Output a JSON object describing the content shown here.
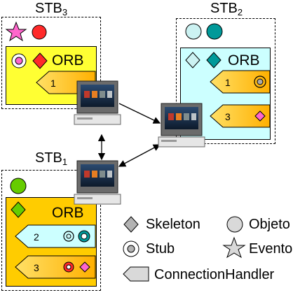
{
  "stb3": {
    "name": "STB",
    "sub": "3",
    "orb": "ORB",
    "handlers": [
      "1"
    ]
  },
  "stb2": {
    "name": "STB",
    "sub": "2",
    "orb": "ORB",
    "handlers": [
      "1",
      "3"
    ]
  },
  "stb1": {
    "name": "STB",
    "sub": "1",
    "orb": "ORB",
    "handlers": [
      "2",
      "3"
    ]
  },
  "legend": {
    "skeleton": "Skeleton",
    "objeto": "Objeto",
    "stub": "Stub",
    "evento": "Evento",
    "connection_handler": "ConnectionHandler"
  },
  "colors": {
    "orb_yellow": "#ffff33",
    "orb_orange": "#ffcc00",
    "orb_cyan": "#ccffff",
    "handler_orange": "#ffb800",
    "handler_cyan": "#ccffff",
    "red": "#ff2a2a",
    "magenta": "#ff66cc",
    "green": "#66cc00",
    "teal": "#009999",
    "light_cyan": "#ccf2f2",
    "gray": "#b3b3b3"
  },
  "icons": {
    "node": "set-top-box-tv-icon",
    "skeleton": "diamond-icon",
    "objeto": "circle-icon",
    "stub": "double-circle-icon",
    "evento": "star-icon",
    "connection_handler": "pentagon-tab-icon"
  }
}
